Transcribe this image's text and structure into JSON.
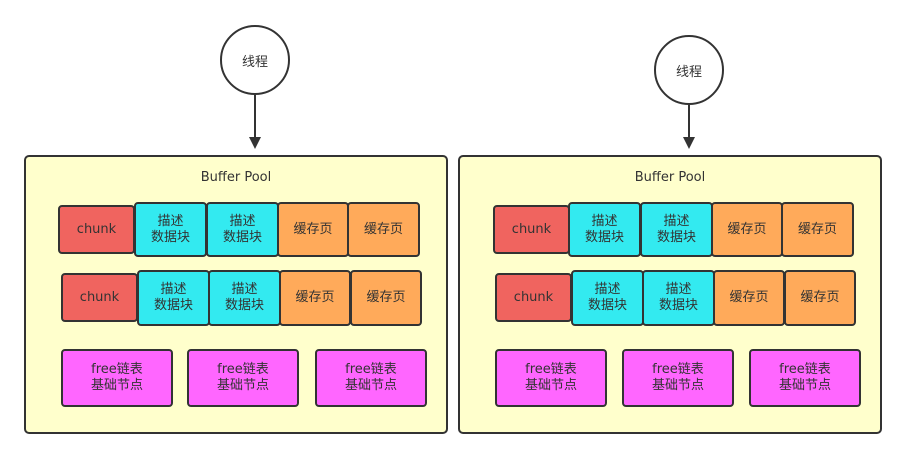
{
  "colors": {
    "pool_bg": "#ffffcc",
    "chunk": "#f0645f",
    "descriptor": "#33eaf0",
    "cache_page": "#ffaa5a",
    "free_node": "#ff66ff",
    "stroke": "#333333"
  },
  "thread_label": "线程",
  "pool_title": "Buffer Pool",
  "chunk_label": "chunk",
  "descriptor_label": [
    "描述",
    "数据块"
  ],
  "cache_page_label": "缓存页",
  "free_node_label": [
    "free链表",
    "基础节点"
  ]
}
